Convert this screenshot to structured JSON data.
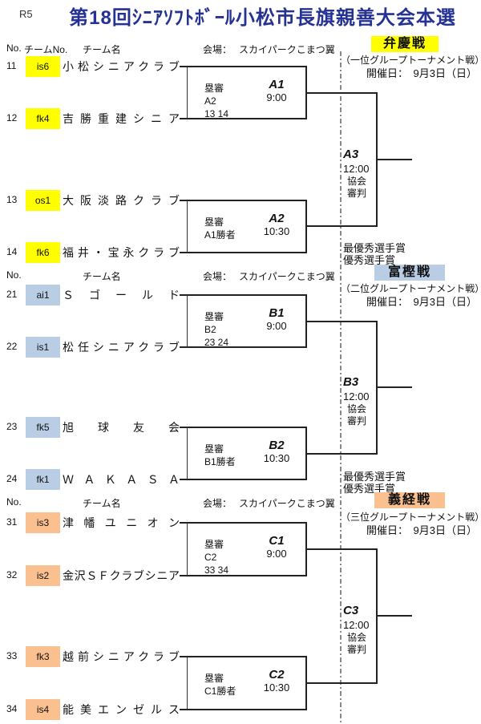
{
  "page": {
    "era_label": "R5",
    "title": "第18回ｼﾆｱｿﾌﾄﾎﾞｰﾙ小松市長旗親善大会本選",
    "title_color": "#253293"
  },
  "sections": [
    {
      "group": "A",
      "header": {
        "no": "No.",
        "team_no": "チームNo.",
        "team": "チーム名",
        "venue_label": "会場：",
        "venue": "スカイパークこまつ翼"
      },
      "battle": {
        "name": "弁慶戦",
        "highlight": "#FFFF00",
        "subtitle": "（一位グループトーナメント戦）",
        "date": "開催日：　9月3日（日）"
      },
      "teams": [
        {
          "no": "11",
          "code": "is6",
          "badge_color": "#FFFF00",
          "name": "小松シニアクラブ"
        },
        {
          "no": "12",
          "code": "fk4",
          "badge_color": "#FFFF00",
          "name": "吉勝重建シニア"
        },
        {
          "no": "13",
          "code": "os1",
          "badge_color": "#FFFF00",
          "name": "大阪淡路クラブ"
        },
        {
          "no": "14",
          "code": "fk6",
          "badge_color": "#FFFF00",
          "name": "福井・宝永クラブ"
        }
      ],
      "matches": [
        {
          "label": "A1",
          "time": "9:00",
          "umpire_label": "塁審",
          "ump_line1": "A2",
          "ump_line2": "13 14"
        },
        {
          "label": "A2",
          "time": "10:30",
          "umpire_label": "塁審",
          "ump_line1": "A1勝者"
        }
      ],
      "final": {
        "label": "A3",
        "time": "12:00",
        "org": "協会",
        "ref": "審判"
      },
      "prizes": {
        "first": "最優秀選手賞",
        "second": "優秀選手賞"
      }
    },
    {
      "group": "B",
      "header": {
        "no": "No.",
        "team": "チーム名",
        "venue_label": "会場：",
        "venue": "スカイパークこまつ翼"
      },
      "battle": {
        "name": "富樫戦",
        "highlight": "#B9CDE5",
        "subtitle": "（二位グループトーナメント戦）",
        "date": "開催日：　9月3日（日）"
      },
      "teams": [
        {
          "no": "21",
          "code": "ai1",
          "badge_color": "#B9CDE5",
          "name": "Ｓゴールド"
        },
        {
          "no": "22",
          "code": "is1",
          "badge_color": "#B9CDE5",
          "name": "松任シニアクラブ"
        },
        {
          "no": "23",
          "code": "fk5",
          "badge_color": "#B9CDE5",
          "name": "旭球友会"
        },
        {
          "no": "24",
          "code": "fk1",
          "badge_color": "#B9CDE5",
          "name": "Ｗ Ａ Ｋ Ａ Ｓ Ａ"
        }
      ],
      "matches": [
        {
          "label": "B1",
          "time": "9:00",
          "umpire_label": "塁審",
          "ump_line1": "B2",
          "ump_line2": "23 24"
        },
        {
          "label": "B2",
          "time": "10:30",
          "umpire_label": "塁審",
          "ump_line1": "B1勝者"
        }
      ],
      "final": {
        "label": "B3",
        "time": "12:00",
        "org": "協会",
        "ref": "審判"
      },
      "prizes": {
        "first": "最優秀選手賞",
        "second": "優秀選手賞"
      }
    },
    {
      "group": "C",
      "header": {
        "no": "No.",
        "team": "チーム名",
        "venue_label": "会場：",
        "venue": "スカイパークこまつ翼"
      },
      "battle": {
        "name": "義経戦",
        "highlight": "#FAC090",
        "subtitle": "（三位グループトーナメント戦）",
        "date": "開催日：　9月3日（日）"
      },
      "teams": [
        {
          "no": "31",
          "code": "is3",
          "badge_color": "#FAC090",
          "name": "津幡ユニオン"
        },
        {
          "no": "32",
          "code": "is2",
          "badge_color": "#FAC090",
          "name": "金沢ＳＦクラブシニア"
        },
        {
          "no": "33",
          "code": "fk3",
          "badge_color": "#FAC090",
          "name": "越前シニアクラブ"
        },
        {
          "no": "34",
          "code": "is4",
          "badge_color": "#FAC090",
          "name": "能美エンゼルス"
        }
      ],
      "matches": [
        {
          "label": "C1",
          "time": "9:00",
          "umpire_label": "塁審",
          "ump_line1": "C2",
          "ump_line2": "33 34"
        },
        {
          "label": "C2",
          "time": "10:30",
          "umpire_label": "塁審",
          "ump_line1": "C1勝者"
        }
      ],
      "final": {
        "label": "C3",
        "time": "12:00",
        "org": "協会",
        "ref": "審判"
      }
    }
  ]
}
